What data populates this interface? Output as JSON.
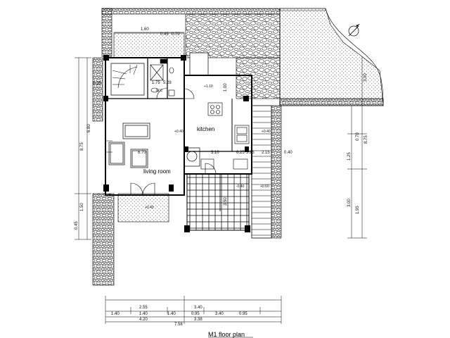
{
  "drawing": {
    "title": "M1 floor plan",
    "rooms": {
      "kitchen": "kitchen",
      "living_room": "living room",
      "wc": "W.C"
    },
    "room_dims": {
      "wc_width": "1.75",
      "wc_depth": "5.28",
      "living_room_width": "6.70",
      "kitchen_run": "3.10",
      "kitchen_mid": "5.25",
      "kitchen_left": "6.25",
      "right_edge": "0.40",
      "hall_dim": "2.15",
      "top_left": "0.25",
      "top_span": "1.60",
      "top_small": "0.45",
      "top_small2": "0.70",
      "left_vertical_1": "6.80",
      "left_vertical_2": "8.75",
      "left_vertical_3": "1.50",
      "left_vertical_4": "0.45",
      "right_vertical_1": "3.00",
      "right_vertical_2": "0.70",
      "right_vertical_3": "1.25",
      "right_vertical_4": "8.75",
      "right_vertical_5": "1.95",
      "right_vertical_6": "3.00",
      "garden_dim": "1.00",
      "terrace_dim": "3.50"
    },
    "levels": {
      "kitchen_level": "+0.40",
      "living_level": "+0.40",
      "balcony_level": "+0.40",
      "stair_top_level": "+1.10",
      "stair_mid_level": "+0.60",
      "terrace_level": "-0.40"
    },
    "bottom_dims": {
      "row1": [
        "2.55",
        "3.40"
      ],
      "row2": [
        "1.40",
        "1.40",
        "1.40",
        "0.95",
        "3.40",
        "0.95"
      ],
      "row3": [
        "4.20",
        "3.38"
      ],
      "row4": [
        "7.58"
      ]
    }
  }
}
